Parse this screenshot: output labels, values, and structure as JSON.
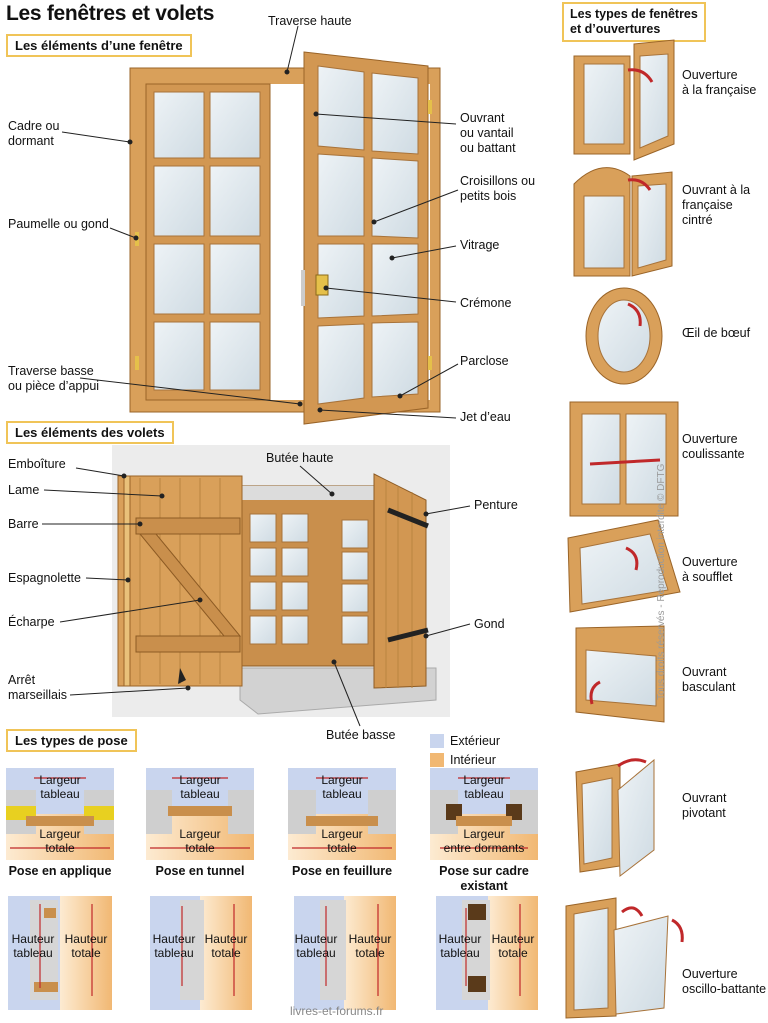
{
  "title": "Les fenêtres et volets",
  "sections": {
    "window_elements": "Les éléments d’une fenêtre",
    "shutter_elements": "Les éléments des volets",
    "installation_types": "Les types de pose",
    "window_types": "Les types de fenêtres\net d’ouvertures"
  },
  "window_labels": {
    "traverse_haute": "Traverse haute",
    "cadre": "Cadre ou\ndormant",
    "paumelle": "Paumelle ou gond",
    "traverse_basse": "Traverse basse\nou pièce d’appui",
    "ouvrant": "Ouvrant\nou vantail\nou battant",
    "croisillons": "Croisillons ou\npetits bois",
    "vitrage": "Vitrage",
    "cremone": "Crémone",
    "parclose": "Parclose",
    "jet_deau": "Jet d’eau"
  },
  "shutter_labels": {
    "emboiture": "Emboîture",
    "lame": "Lame",
    "barre": "Barre",
    "espagnolette": "Espagnolette",
    "echarpe": "Écharpe",
    "arret": "Arrêt\nmarseillais",
    "butee_haute": "Butée haute",
    "butee_basse": "Butée basse",
    "penture": "Penture",
    "gond": "Gond"
  },
  "legend": {
    "exterieur": "Extérieur",
    "interieur": "Intérieur",
    "exterieur_color": "#c9d5ee",
    "interieur_color": "#f1b873"
  },
  "installation": [
    {
      "caption": "Pose en applique",
      "top": "Largeur\ntableau",
      "bottom": "Largeur\ntotale"
    },
    {
      "caption": "Pose en tunnel",
      "top": "Largeur\ntableau",
      "bottom": "Largeur\ntotale"
    },
    {
      "caption": "Pose en feuillure",
      "top": "Largeur\ntableau",
      "bottom": "Largeur\ntotale"
    },
    {
      "caption": "Pose sur cadre\nexistant",
      "top": "Largeur\ntableau",
      "bottom": "Largeur\nentre dormants"
    }
  ],
  "heights": {
    "left": "Hauteur\ntableau",
    "right": "Hauteur\ntotale"
  },
  "window_types": [
    "Ouverture\nà la française",
    "Ouvrant à la\nfrançaise\ncintré",
    "Œil de bœuf",
    "Ouverture\ncoulissante",
    "Ouverture\nà soufflet",
    "Ouvrant\nbasculant",
    "Ouvrant\npivotant",
    "Ouverture\noscillo-battante"
  ],
  "side_notes": {
    "rights": "Tous droits réservés - Reproduction interdite © DFTG",
    "source": "livres-et-forums.fr"
  },
  "colors": {
    "wood": "#d9a05a",
    "wood_dark": "#b3772f",
    "glass": "#dfe8ee",
    "accent": "#f0c458",
    "arrow": "#c0282a"
  }
}
